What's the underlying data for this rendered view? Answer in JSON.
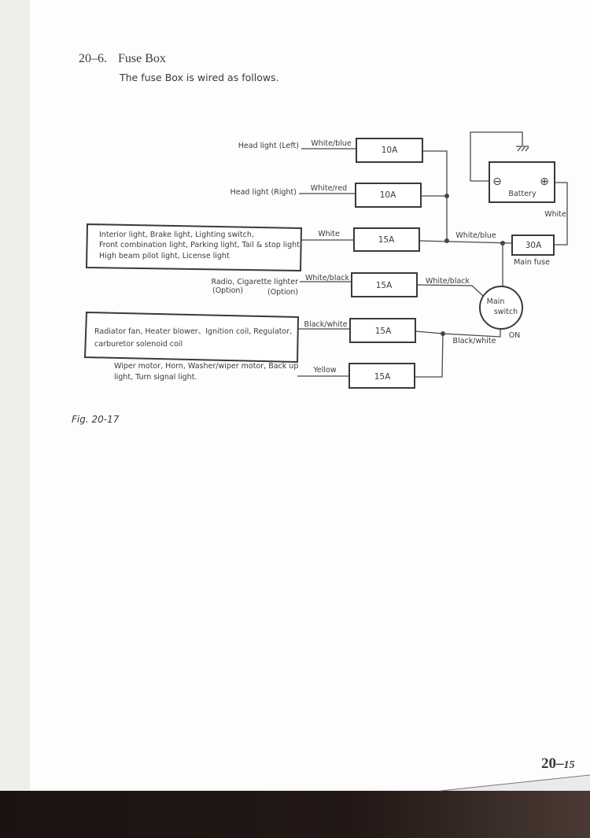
{
  "section": {
    "number": "20–6.",
    "title": "Fuse Box",
    "intro": "The fuse Box is wired as follows."
  },
  "diagram": {
    "circuits": [
      {
        "load_lines": [
          "Head light (Left)"
        ],
        "wire": "White/blue",
        "fuse": "10A"
      },
      {
        "load_lines": [
          "Head light (Right)"
        ],
        "wire": "White/red",
        "fuse": "10A"
      },
      {
        "load_lines": [
          "Interior light, Brake light, Lighting switch,",
          "Front combination light, Parking light, Tail & stop light,",
          "High beam pilot light,  License light"
        ],
        "wire": "White",
        "fuse": "15A"
      },
      {
        "load_lines": [
          "Radio, Cigarette lighter",
          "(Option)",
          "(Option)"
        ],
        "wire": "White/black",
        "fuse": "15A"
      },
      {
        "load_lines": [
          "Radiator fan, Heater blower、Ignition coil, Regulator,",
          "carburetor solenoid coil"
        ],
        "wire": "Black/white",
        "fuse": "15A"
      },
      {
        "load_lines": [
          "Wiper motor, Horn, Washer/wiper motor, Back up",
          "light, Turn signal light."
        ],
        "wire": "Yellow",
        "fuse": "15A"
      }
    ],
    "bus_wire": "White/blue",
    "switch_feed_wire": "White/black",
    "switch_out_wire": "Black/white",
    "main_fuse": {
      "rating": "30A",
      "label": "Main fuse"
    },
    "battery": {
      "label": "Battery",
      "neg": "⊖",
      "pos": "⊕",
      "wire": "White"
    },
    "main_switch": {
      "line1": "Main",
      "line2": "switch",
      "position": "ON"
    }
  },
  "figure_caption": "Fig. 20-17",
  "page_number": {
    "chapter": "20–",
    "page": "15"
  }
}
